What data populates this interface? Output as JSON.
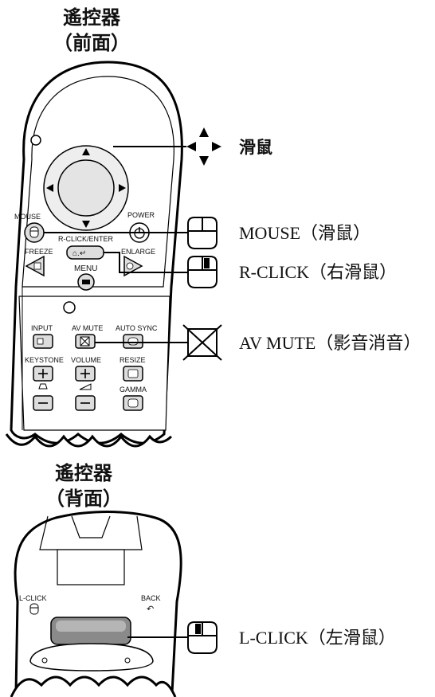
{
  "front": {
    "title": "遙控器",
    "subtitle": "（前面）",
    "buttons": {
      "mouse": "MOUSE",
      "power": "POWER",
      "r_click_enter": "R-CLICK/ENTER",
      "freeze": "FREEZE",
      "enlarge": "ENLARGE",
      "menu": "MENU",
      "input": "INPUT",
      "av_mute": "AV MUTE",
      "auto_sync": "AUTO SYNC",
      "keystone": "KEYSTONE",
      "volume": "VOLUME",
      "resize": "RESIZE",
      "gamma": "GAMMA"
    },
    "callouts": [
      {
        "name": "mouse-pad",
        "text": "滑鼠"
      },
      {
        "name": "mouse-button",
        "text": "MOUSE（滑鼠）"
      },
      {
        "name": "r-click",
        "text": "R-CLICK（右滑鼠）"
      },
      {
        "name": "av-mute",
        "text": "AV MUTE（影音消音）"
      }
    ]
  },
  "back": {
    "title": "遙控器",
    "subtitle": "（背面）",
    "buttons": {
      "l_click": "L-CLICK",
      "back": "BACK"
    },
    "callouts": [
      {
        "name": "l-click",
        "text": "L-CLICK（左滑鼠）"
      }
    ]
  }
}
